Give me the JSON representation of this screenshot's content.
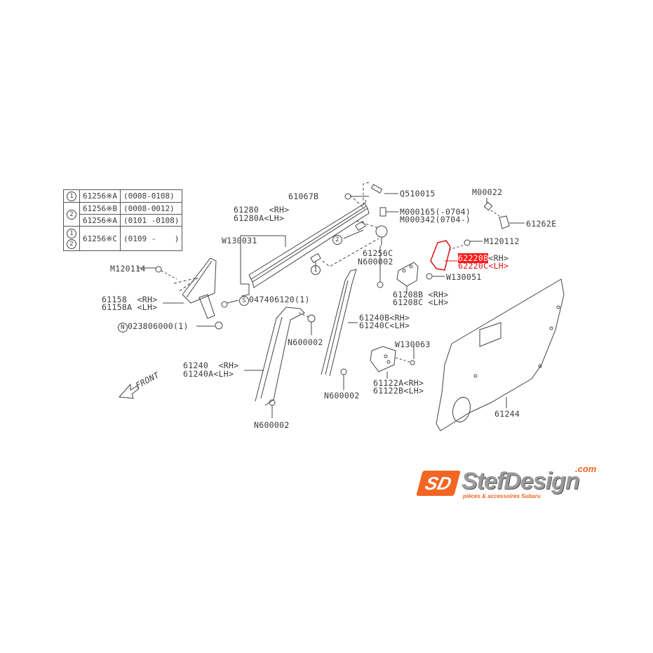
{
  "ref_table": {
    "rows": [
      {
        "marks": [
          "1"
        ],
        "part": "61256※A",
        "range": "(0008-0108)"
      },
      {
        "marks": [
          "2"
        ],
        "part": "61256※B",
        "range": "(0008-0012)"
      },
      {
        "marks": [],
        "part": "61256※A",
        "range": "(0101 -0108)"
      },
      {
        "marks": [
          "1",
          "2"
        ],
        "part": "61256※C",
        "range": "(0109 -    )"
      }
    ]
  },
  "labels": {
    "p61067B": "61067B",
    "q510015": "Q510015",
    "m00022": "M00022",
    "m000165": "M000165(-0704)",
    "m000342": "M000342(0704-)",
    "p61262E": "61262E",
    "p61280": "61280  <RH>",
    "p61280A": "61280A<LH>",
    "w130031": "W130031",
    "m120112": "M120112",
    "p61256C": "61256C",
    "n600002_top": "N600002",
    "p62220B": "62220B",
    "p62220B_side": "<RH>",
    "p62220C": "62220C<LH>",
    "w130051": "W130051",
    "m120114": "M120114",
    "p61158": "61158  <RH>",
    "p61158A": "61158A <LH>",
    "s047406120": "047406120(1)",
    "n023806000": "023806000(1)",
    "p61208B": "61208B <RH>",
    "p61208C": "61208C <LH>",
    "p61240B": "61240B<RH>",
    "p61240C": "61240C<LH>",
    "n600002_mid": "N600002",
    "w130063": "W130063",
    "p61240": "61240  <RH>",
    "p61240A": "61240A<LH>",
    "p61122A": "61122A<RH>",
    "p61122B": "61122B<LH>",
    "n600002_low": "N600002",
    "n600002_bottom": "N600002",
    "p61244": "61244",
    "front": "FRONT",
    "callout1": "1",
    "callout2": "2",
    "callout1b": "1",
    "s_mark": "S",
    "n_mark": "N"
  },
  "logo": {
    "mark": "SD",
    "brand": "StefDesign",
    "com": ".com",
    "tagline": "pièces & accessoires Subaru",
    "accent": "#f26522"
  },
  "highlight_color": "#ff1a1a"
}
